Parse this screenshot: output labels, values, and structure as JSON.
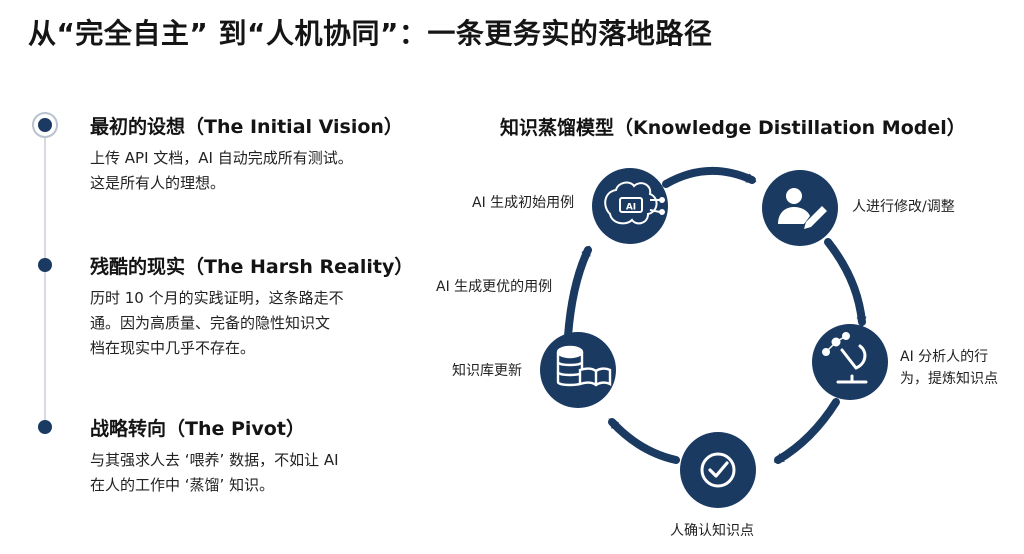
{
  "title": "从“完全自主” 到“人机协同”：一条更务实的落地路径",
  "timeline": [
    {
      "title": "最初的设想（The Initial Vision）",
      "lines": [
        "上传 API 文档，AI 自动完成所有测试。",
        "这是所有人的理想。"
      ]
    },
    {
      "title": "残酷的现实（The Harsh Reality）",
      "lines": [
        "历时 10 个月的实践证明，这条路走不",
        "通。因为高质量、完备的隐性知识文",
        "档在现实中几乎不存在。"
      ]
    },
    {
      "title": "战略转向（The Pivot）",
      "lines": [
        "与其强求人去 ‘喂养’ 数据，不如让 AI",
        "在人的工作中 ‘蒸馏’ 知识。"
      ]
    }
  ],
  "diagram": {
    "title": "知识蒸馏模型（Knowledge Distillation Model）",
    "nodes": [
      {
        "icon": "ai-brain-icon",
        "label": "AI 生成初始用例",
        "icon_text": "AI"
      },
      {
        "icon": "user-edit-icon",
        "label": "人进行修改/调整"
      },
      {
        "icon": "microscope-icon",
        "label_lines": [
          "AI 分析人的行",
          "为，提炼知识点"
        ]
      },
      {
        "icon": "checkmark-icon",
        "label": "人确认知识点"
      },
      {
        "icon": "database-book-icon",
        "label": "知识库更新"
      }
    ],
    "between_label": "AI 生成更优的用例",
    "colors": {
      "node": "#1a3a62",
      "arrow": "#1a3a62",
      "accent": "#ffffff"
    }
  }
}
